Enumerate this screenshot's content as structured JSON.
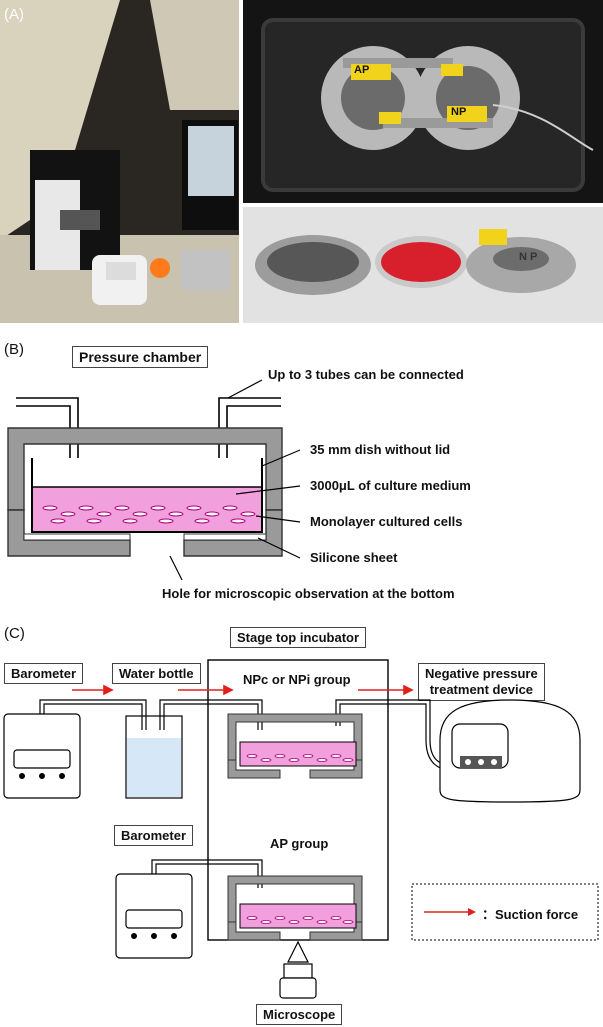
{
  "panel_a": {
    "label": "(A)",
    "photos": [
      "microscope-setup-photo",
      "dish-chambers-photo",
      "dish-parts-photo"
    ],
    "tags": {
      "ap": "AP",
      "np": "NP",
      "np_ring": "N P"
    }
  },
  "panel_b": {
    "label": "(B)",
    "title": "Pressure chamber",
    "callouts": {
      "tubes": "Up to 3 tubes can be connected",
      "dish": "35 mm dish without lid",
      "medium": "3000μL of culture medium",
      "cells": "Monolayer cultured cells",
      "silicone": "Silicone sheet",
      "hole": "Hole for microscopic observation at the bottom"
    }
  },
  "panel_c": {
    "label": "(C)",
    "incubator": "Stage top incubator",
    "barometer_top": "Barometer",
    "water_bottle": "Water bottle",
    "np_group": "NPc or NPi group",
    "device_line1": "Negative pressure",
    "device_line2": "treatment device",
    "barometer_bottom": "Barometer",
    "ap_group": "AP group",
    "microscope": "Microscope",
    "legend": "：Suction force"
  },
  "colors": {
    "medium": "#f2a0dd",
    "medium_dark": "#b0007a",
    "chamber": "#9a9a9a",
    "arrow": "#e0201b",
    "water": "#d6e8f7"
  }
}
